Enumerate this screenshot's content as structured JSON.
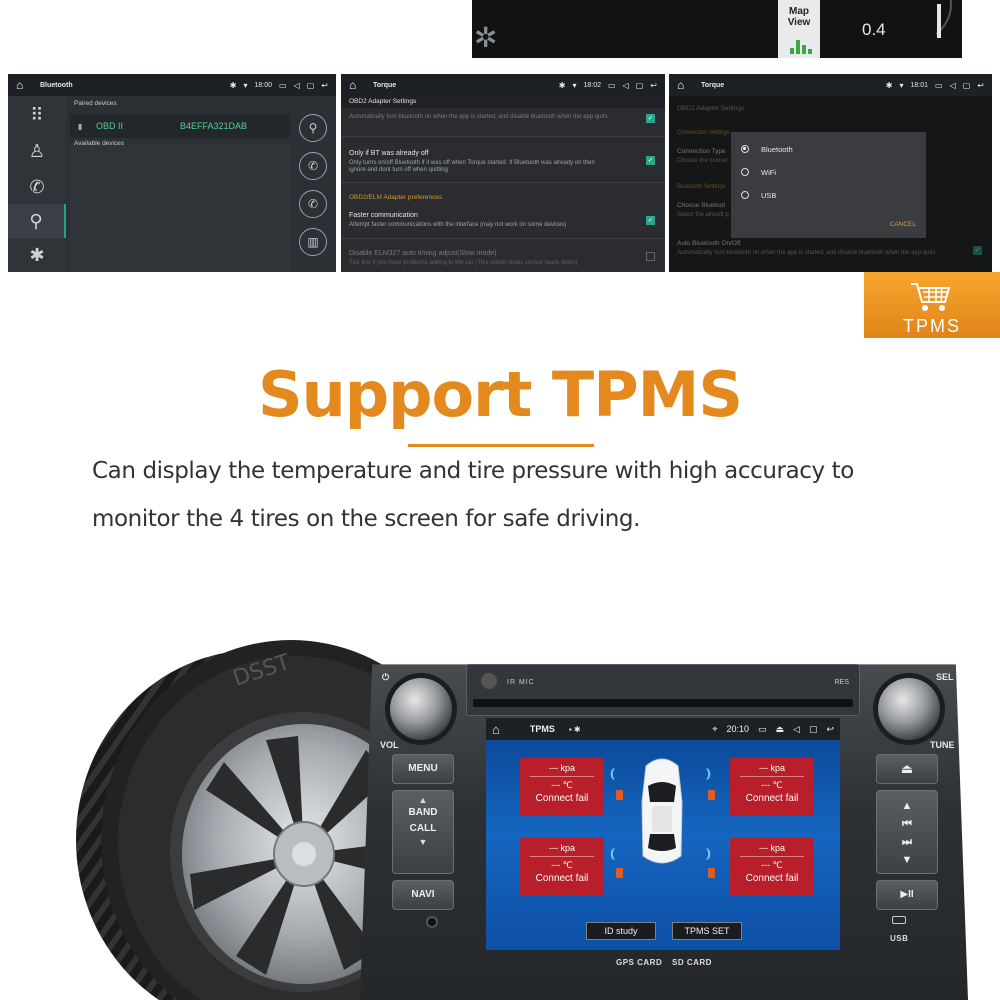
{
  "map_strip": {
    "map_view_label": "Map View",
    "reading": "0.4"
  },
  "bluetooth_screen": {
    "title": "Bluetooth",
    "time": "18:00",
    "paired_header": "Paired devices",
    "device_name": "OBD II",
    "device_address": "B4EFFA321DAB",
    "available_header": "Available devices"
  },
  "torque_settings": {
    "title": "Torque",
    "time": "18:02",
    "section1": "OBD2 Adapter Settings",
    "cut_text": "Automatically turn bluetooth on when the app is started, and disable bluetooth when the app quits",
    "only_bt_title": "Only if BT was already off",
    "only_bt_desc_1": "Only turns on/off Bluetooth if it was off when Torque started. If Bluetooth was already on then",
    "only_bt_desc_2": "ignore and dont turn off when quitting",
    "section2": "OBD2/ELM Adapter preferences",
    "faster_title": "Faster communication",
    "faster_desc": "Attempt faster communications with the interface (may not work on some devices)",
    "disable_title": "Disable ELM327 auto timing adjust(Slow mode)",
    "disable_desc": "Tick this if you have problems talking to the car (This option slows sensor reads down)"
  },
  "torque_dialog": {
    "title": "Torque",
    "time": "18:01",
    "section1": "OBD2 Adapter Settings",
    "bg_conn_settings": "Connection settings",
    "bg_conn_type": "Connection Type",
    "bg_choose_conn": "Choose the connec",
    "bg_bt_settings": "Bluetooth Settings",
    "bg_choose_bt": "Choose Bluetoot",
    "bg_select_bt": "Select the alreadt p",
    "options": [
      "Bluetooth",
      "WiFi",
      "USB"
    ],
    "cancel": "CANCEL",
    "auto_bt_title": "Auto Bluetooth On/Off",
    "auto_bt_desc": "Automatically turn bluetooth on when the app is started, and disable bluetooth when the app quits"
  },
  "badge": {
    "label": "TPMS"
  },
  "headline": "Support TPMS",
  "description": {
    "line1": "Can display the temperature and tire pressure with high accuracy to",
    "line2": "monitor the 4 tires on the screen for safe driving."
  },
  "head_unit": {
    "ir_mic": "IR  MIC",
    "res": "RES",
    "sel": "SEL",
    "vol": "VOL",
    "tune": "TUNE",
    "menu": "MENU",
    "band": "BAND",
    "call": "CALL",
    "navi": "NAVI",
    "usb": "USB",
    "gps_card": "GPS CARD",
    "sd_card": "SD CARD",
    "play_pause": "▶II",
    "screen": {
      "title": "TPMS",
      "time": "20:10",
      "tires": [
        {
          "pressure": "--- kpa",
          "temp": "--- ℃",
          "status": "Connect fail"
        },
        {
          "pressure": "--- kpa",
          "temp": "--- ℃",
          "status": "Connect fail"
        },
        {
          "pressure": "--- kpa",
          "temp": "--- ℃",
          "status": "Connect fail"
        },
        {
          "pressure": "--- kpa",
          "temp": "--- ℃",
          "status": "Connect fail"
        }
      ],
      "id_study": "ID study",
      "tpms_set": "TPMS SET"
    }
  },
  "colors": {
    "accent": "#e3891e",
    "teal": "#2ca58c",
    "tire_box": "#b81f2a",
    "screen_blue": "#1565c0"
  }
}
